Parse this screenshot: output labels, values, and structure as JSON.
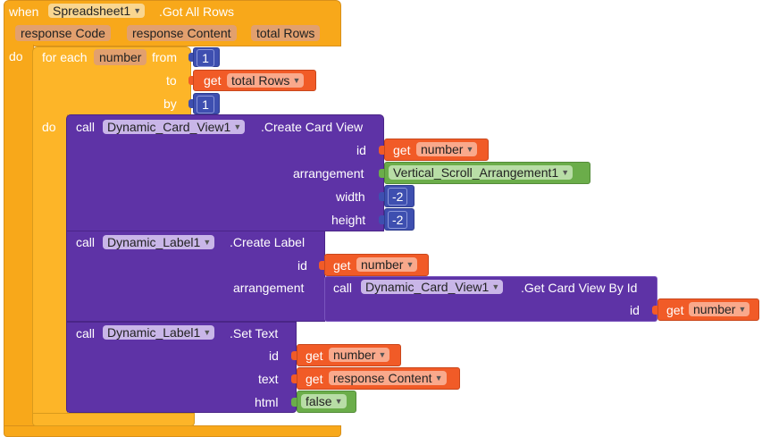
{
  "event": {
    "when_label": "when",
    "component": "Spreadsheet1",
    "event_name": ".Got All Rows",
    "params": [
      "response Code",
      "response Content",
      "total Rows"
    ],
    "do_label": "do"
  },
  "for_each": {
    "label": "for each",
    "var": "number",
    "from_label": "from",
    "from_value": "1",
    "to_label": "to",
    "to_get": "get",
    "to_var": "total Rows",
    "by_label": "by",
    "by_value": "1",
    "do_label": "do"
  },
  "create_card": {
    "call": "call",
    "component": "Dynamic_Card_View1",
    "method": ".Create Card View",
    "id_label": "id",
    "id_get": "get",
    "id_var": "number",
    "arrangement_label": "arrangement",
    "arrangement_value": "Vertical_Scroll_Arrangement1",
    "width_label": "width",
    "width_value": "-2",
    "height_label": "height",
    "height_value": "-2"
  },
  "create_label": {
    "call": "call",
    "component": "Dynamic_Label1",
    "method": ".Create Label",
    "id_label": "id",
    "id_get": "get",
    "id_var": "number",
    "arrangement_label": "arrangement",
    "inner_call": "call",
    "inner_component": "Dynamic_Card_View1",
    "inner_method": ".Get Card View By Id",
    "inner_id_label": "id",
    "inner_id_get": "get",
    "inner_id_var": "number"
  },
  "set_text": {
    "call": "call",
    "component": "Dynamic_Label1",
    "method": ".Set Text",
    "id_label": "id",
    "id_get": "get",
    "id_var": "number",
    "text_label": "text",
    "text_get": "get",
    "text_var": "response Content",
    "html_label": "html",
    "html_value": "false"
  },
  "icons": {
    "dropdown": "chevron-down-icon"
  },
  "colors": {
    "event": "#F8A81A",
    "control": "#FDB528",
    "procedure": "#5E33A6",
    "math": "#3E4FB0",
    "variable_get": "#F15B27",
    "logic": "#6BAD4A"
  }
}
